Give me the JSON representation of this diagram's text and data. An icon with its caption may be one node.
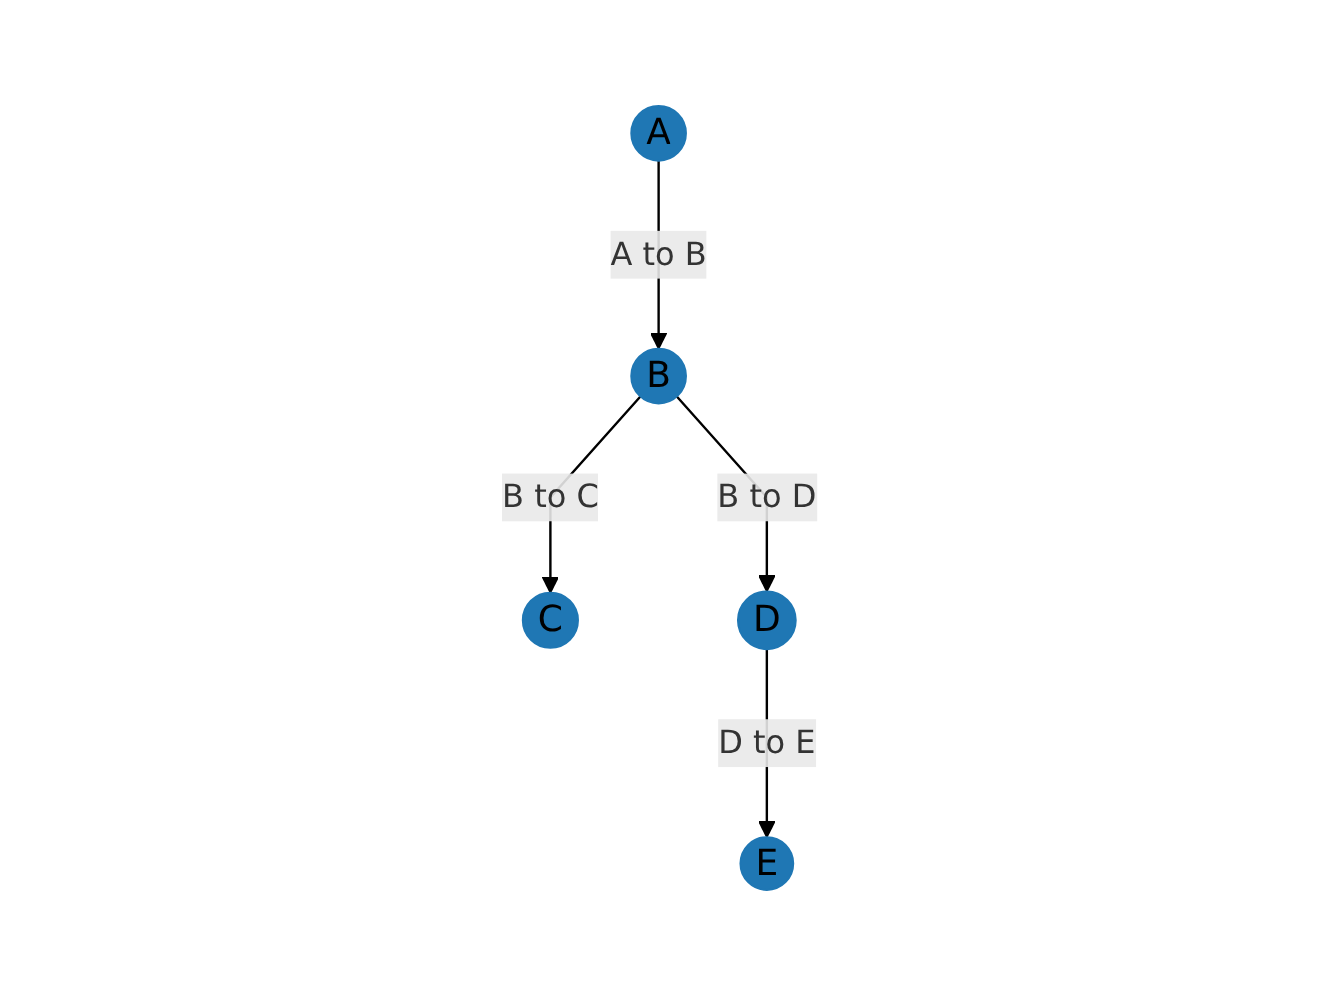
{
  "diagram": {
    "nodes": [
      {
        "text": [
          "A"
        ]
      },
      {
        "text": [
          "B"
        ]
      },
      {
        "text": [
          "C"
        ]
      },
      {
        "text": [
          "D"
        ]
      },
      {
        "text": [
          "E"
        ]
      }
    ],
    "edges": [
      {
        "from": 0,
        "to": 1,
        "arrow": "to",
        "label": "A to B"
      },
      {
        "from": 1,
        "to": 2,
        "arrow": "to",
        "label": "B to C"
      },
      {
        "from": 1,
        "to": 3,
        "arrow": "to",
        "label": "B to D"
      },
      {
        "from": 3,
        "to": 4,
        "arrow": "to",
        "label": "D to E"
      }
    ]
  }
}
